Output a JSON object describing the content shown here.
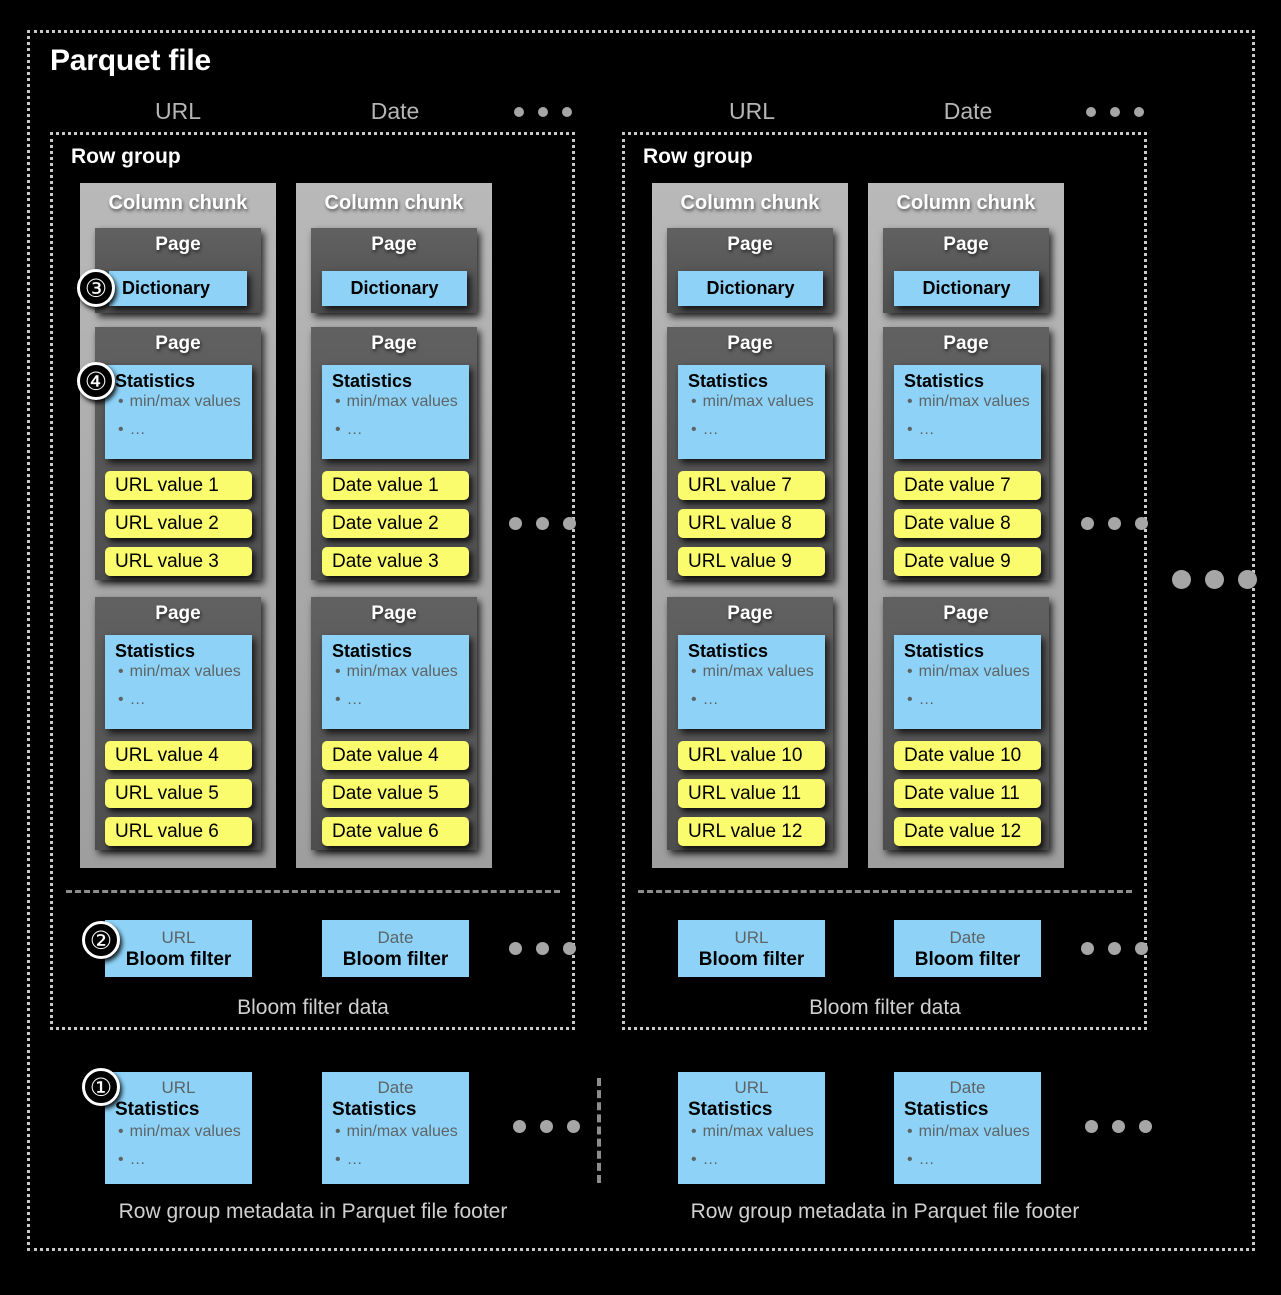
{
  "diagram": {
    "title": "Parquet file",
    "ellipsis": "• • •"
  },
  "columns": [
    "URL",
    "Date"
  ],
  "labels": {
    "row_group": "Row group",
    "column_chunk": "Column chunk",
    "page": "Page",
    "dictionary": "Dictionary",
    "statistics": "Statistics",
    "min_max": "min/max values",
    "more": "…",
    "bullet": "•",
    "bloom_filter": "Bloom filter",
    "bloom_filter_data": "Bloom filter data",
    "footer_caption": "Row group metadata in Parquet file footer"
  },
  "callouts": {
    "one": "①",
    "two": "②",
    "three": "③",
    "four": "④"
  },
  "row_groups": [
    {
      "label": "Row group",
      "column_chunks": [
        {
          "column": "URL",
          "label": "Column chunk",
          "pages": [
            {
              "label": "Page",
              "kind": "dictionary",
              "dictionary": "Dictionary"
            },
            {
              "label": "Page",
              "kind": "data",
              "statistics": "Statistics",
              "values": [
                "URL value 1",
                "URL value 2",
                "URL value 3"
              ]
            },
            {
              "label": "Page",
              "kind": "data",
              "statistics": "Statistics",
              "values": [
                "URL value 4",
                "URL value 5",
                "URL value 6"
              ]
            }
          ],
          "bloom": {
            "column": "URL",
            "name": "Bloom filter"
          },
          "meta": {
            "column": "URL",
            "name": "Statistics"
          }
        },
        {
          "column": "Date",
          "label": "Column chunk",
          "pages": [
            {
              "label": "Page",
              "kind": "dictionary",
              "dictionary": "Dictionary"
            },
            {
              "label": "Page",
              "kind": "data",
              "statistics": "Statistics",
              "values": [
                "Date value 1",
                "Date value 2",
                "Date value 3"
              ]
            },
            {
              "label": "Page",
              "kind": "data",
              "statistics": "Statistics",
              "values": [
                "Date value 4",
                "Date value 5",
                "Date value 6"
              ]
            }
          ],
          "bloom": {
            "column": "Date",
            "name": "Bloom filter"
          },
          "meta": {
            "column": "Date",
            "name": "Statistics"
          }
        }
      ],
      "bloom_caption": "Bloom filter data",
      "footer_caption": "Row group metadata in Parquet file footer"
    },
    {
      "label": "Row group",
      "column_chunks": [
        {
          "column": "URL",
          "label": "Column chunk",
          "pages": [
            {
              "label": "Page",
              "kind": "dictionary",
              "dictionary": "Dictionary"
            },
            {
              "label": "Page",
              "kind": "data",
              "statistics": "Statistics",
              "values": [
                "URL value 7",
                "URL value 8",
                "URL value 9"
              ]
            },
            {
              "label": "Page",
              "kind": "data",
              "statistics": "Statistics",
              "values": [
                "URL value 10",
                "URL value 11",
                "URL value 12"
              ]
            }
          ],
          "bloom": {
            "column": "URL",
            "name": "Bloom filter"
          },
          "meta": {
            "column": "URL",
            "name": "Statistics"
          }
        },
        {
          "column": "Date",
          "label": "Column chunk",
          "pages": [
            {
              "label": "Page",
              "kind": "dictionary",
              "dictionary": "Dictionary"
            },
            {
              "label": "Page",
              "kind": "data",
              "statistics": "Statistics",
              "values": [
                "Date value 7",
                "Date value 8",
                "Date value 9"
              ]
            },
            {
              "label": "Page",
              "kind": "data",
              "statistics": "Statistics",
              "values": [
                "Date value 10",
                "Date value 11",
                "Date value 12"
              ]
            }
          ],
          "bloom": {
            "column": "Date",
            "name": "Bloom filter"
          },
          "meta": {
            "column": "Date",
            "name": "Statistics"
          }
        }
      ],
      "bloom_caption": "Bloom filter data",
      "footer_caption": "Row group metadata in Parquet file footer"
    }
  ],
  "colors": {
    "background": "#000000",
    "blue": "#8ed3f7",
    "yellow": "#fbfb6e",
    "column_chunk_gray": "#b0b0b0",
    "page_gray": "#585858",
    "frame_dots": "#c9c9c9",
    "caption_text": "#d0d0d0"
  }
}
